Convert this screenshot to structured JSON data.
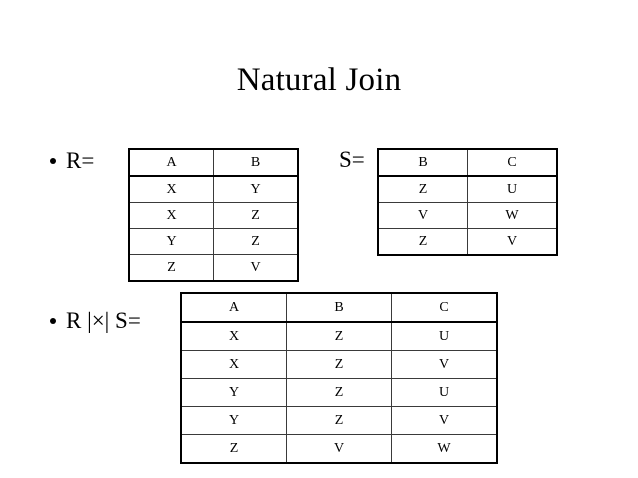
{
  "slide": {
    "title": "Natural Join",
    "background_color": "#ffffff",
    "text_color": "#000000"
  },
  "bullets": {
    "r_label": "R=",
    "s_label": "S=",
    "join_label": "R |×| S="
  },
  "tables": {
    "r": {
      "name": "R",
      "columns": [
        "A",
        "B"
      ],
      "rows": [
        [
          "X",
          "Y"
        ],
        [
          "X",
          "Z"
        ],
        [
          "Y",
          "Z"
        ],
        [
          "Z",
          "V"
        ]
      ]
    },
    "s": {
      "name": "S",
      "columns": [
        "B",
        "C"
      ],
      "rows": [
        [
          "Z",
          "U"
        ],
        [
          "V",
          "W"
        ],
        [
          "Z",
          "V"
        ]
      ]
    },
    "join": {
      "name": "R |×| S",
      "columns": [
        "A",
        "B",
        "C"
      ],
      "rows": [
        [
          "X",
          "Z",
          "U"
        ],
        [
          "X",
          "Z",
          "V"
        ],
        [
          "Y",
          "Z",
          "U"
        ],
        [
          "Y",
          "Z",
          "V"
        ],
        [
          "Z",
          "V",
          "W"
        ]
      ]
    }
  }
}
